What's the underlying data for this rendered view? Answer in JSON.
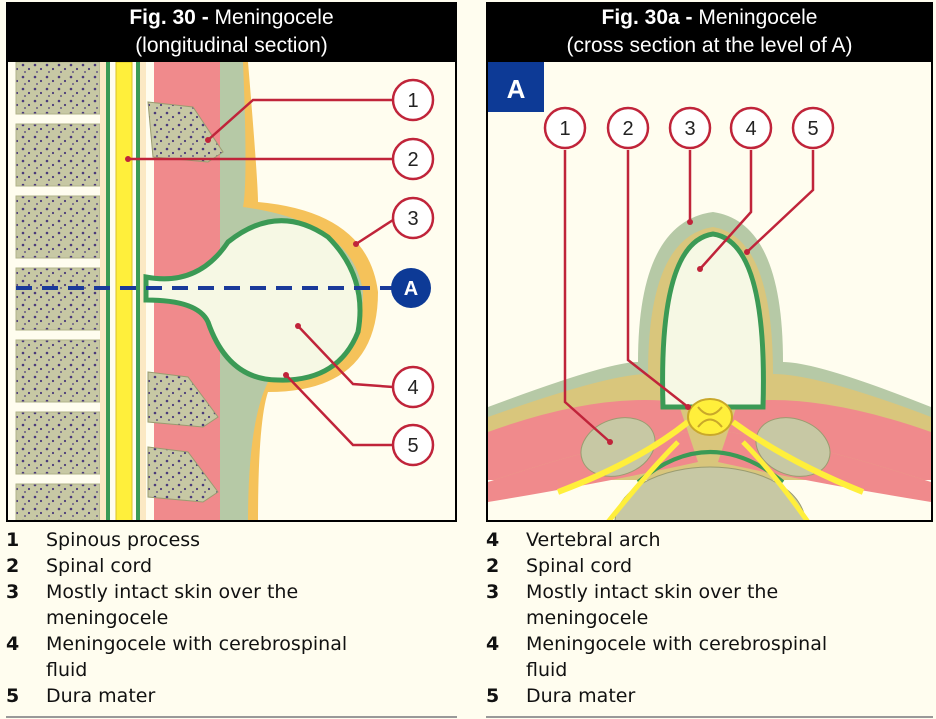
{
  "left": {
    "fig_label": "Fig. 30 -",
    "title": "Meningocele",
    "subtitle": "(longitudinal section)",
    "callouts": [
      "1",
      "2",
      "3",
      "4",
      "5",
      "A"
    ],
    "legend": [
      {
        "num": "1",
        "text": "Spinous process"
      },
      {
        "num": "2",
        "text": "Spinal cord"
      },
      {
        "num": "3",
        "text": "Mostly intact skin over the meningocele"
      },
      {
        "num": "4",
        "text": "Meningocele with cerebrospinal fluid"
      },
      {
        "num": "5",
        "text": "Dura mater"
      }
    ]
  },
  "right": {
    "fig_label": "Fig. 30a -",
    "title": "Meningocele",
    "subtitle": "(cross section at the level of A)",
    "section_tag": "A",
    "callouts": [
      "1",
      "2",
      "3",
      "4",
      "5"
    ],
    "legend": [
      {
        "num": "4",
        "text": "Vertebral arch"
      },
      {
        "num": "2",
        "text": "Spinal cord"
      },
      {
        "num": "3",
        "text": "Mostly intact skin over the meningocele"
      },
      {
        "num": "4",
        "text": "Meningocele with cerebrospinal fluid"
      },
      {
        "num": "5",
        "text": "Dura mater"
      }
    ]
  },
  "colors": {
    "bone": "#c9c9a3",
    "muscle": "#f08a8c",
    "cord": "#ffef3b",
    "dura": "#3b9a55",
    "skin": "#f5c25a",
    "callout": "#c0243a",
    "tag": "#0d3a96",
    "csf": "#f6f8e4"
  }
}
